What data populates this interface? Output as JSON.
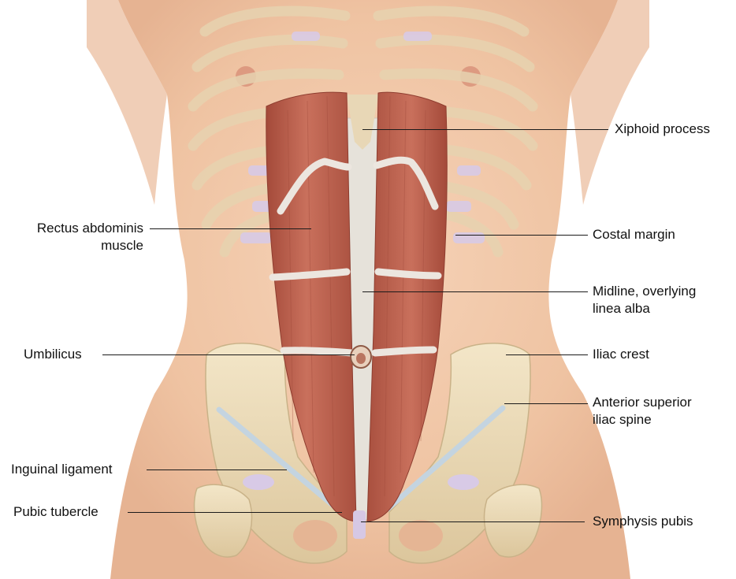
{
  "labels": {
    "xiphoid_process": "Xiphoid process",
    "rectus_abdominis_line1": "Rectus abdominis",
    "rectus_abdominis_line2": "muscle",
    "costal_margin": "Costal margin",
    "midline_line1": "Midline, overlying",
    "midline_line2": "linea alba",
    "umbilicus": "Umbilicus",
    "iliac_crest": "Iliac crest",
    "asis_line1": "Anterior superior",
    "asis_line2": "iliac spine",
    "inguinal_ligament": "Inguinal ligament",
    "pubic_tubercle": "Pubic tubercle",
    "symphysis_pubis": "Symphysis pubis"
  },
  "colors": {
    "skin": "#f2c6a8",
    "muscle": "#b85a48",
    "linea_alba": "#e4e0d8",
    "bone": "#ecdcb8",
    "cartilage": "#d6c8e4",
    "ligament": "#c6d6e2"
  }
}
